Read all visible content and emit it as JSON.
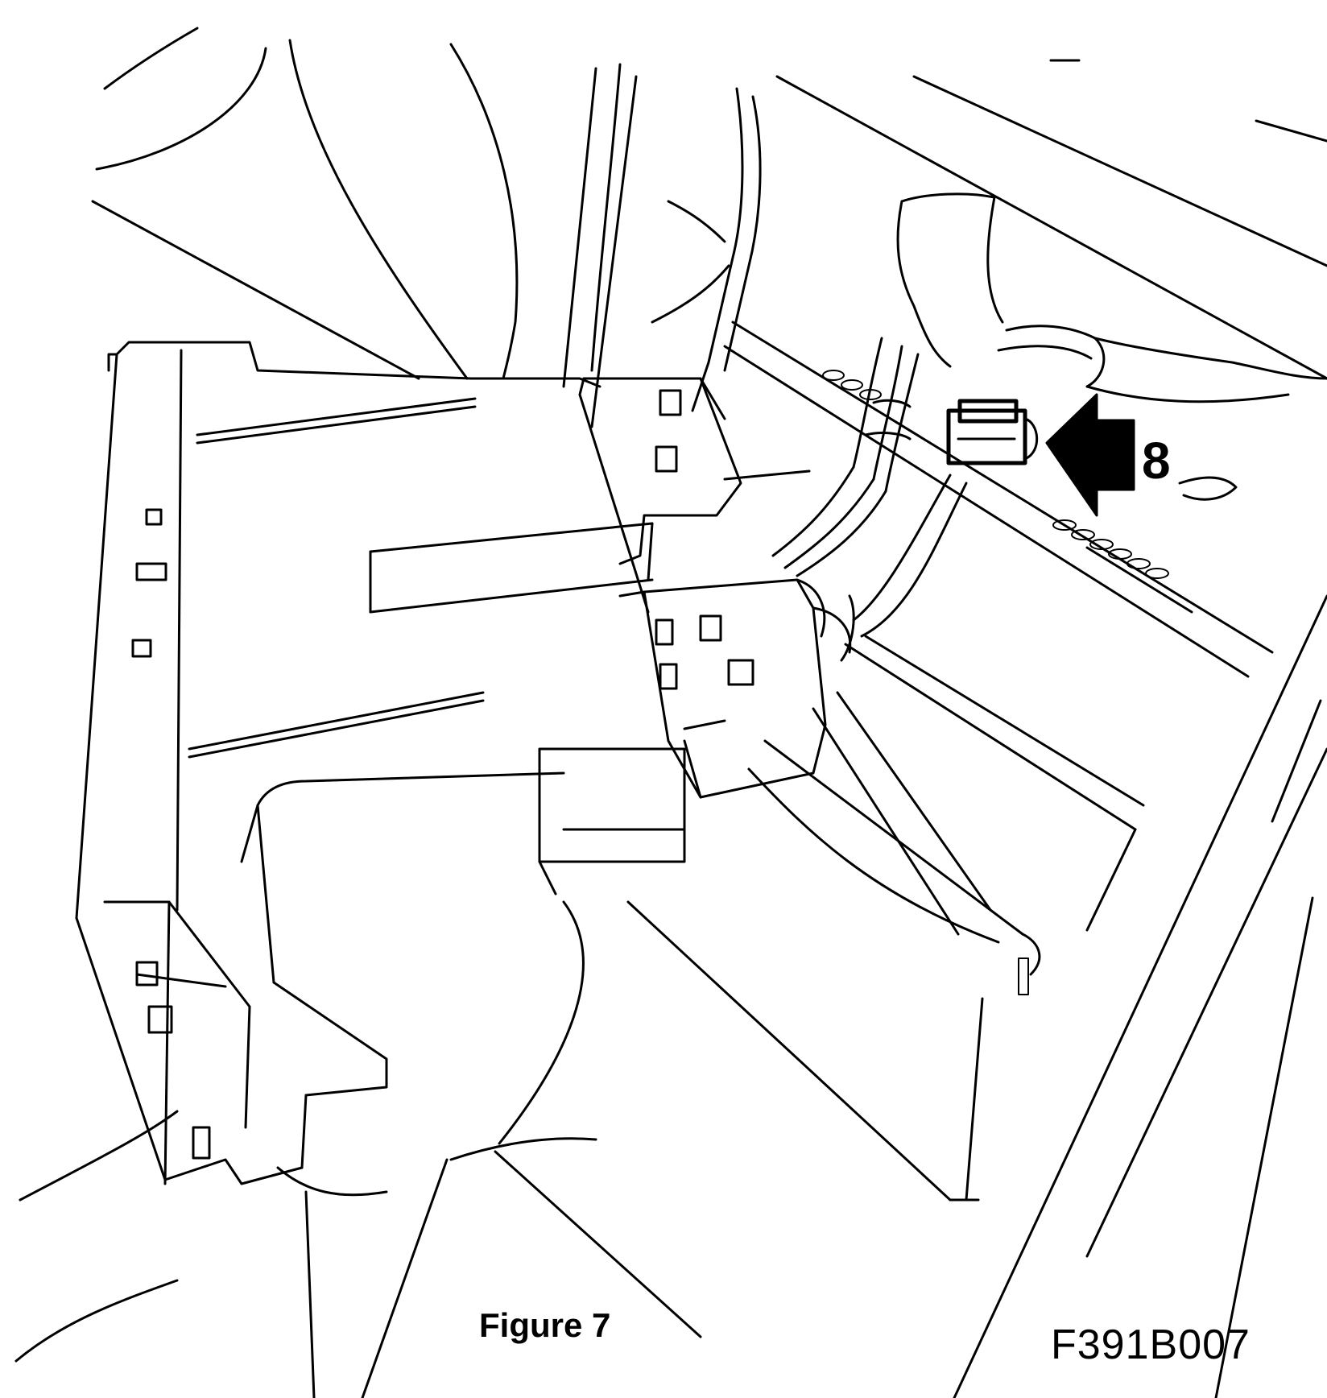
{
  "figure": {
    "caption": "Figure 7",
    "drawing_id": "F391B007",
    "callout": "8"
  }
}
